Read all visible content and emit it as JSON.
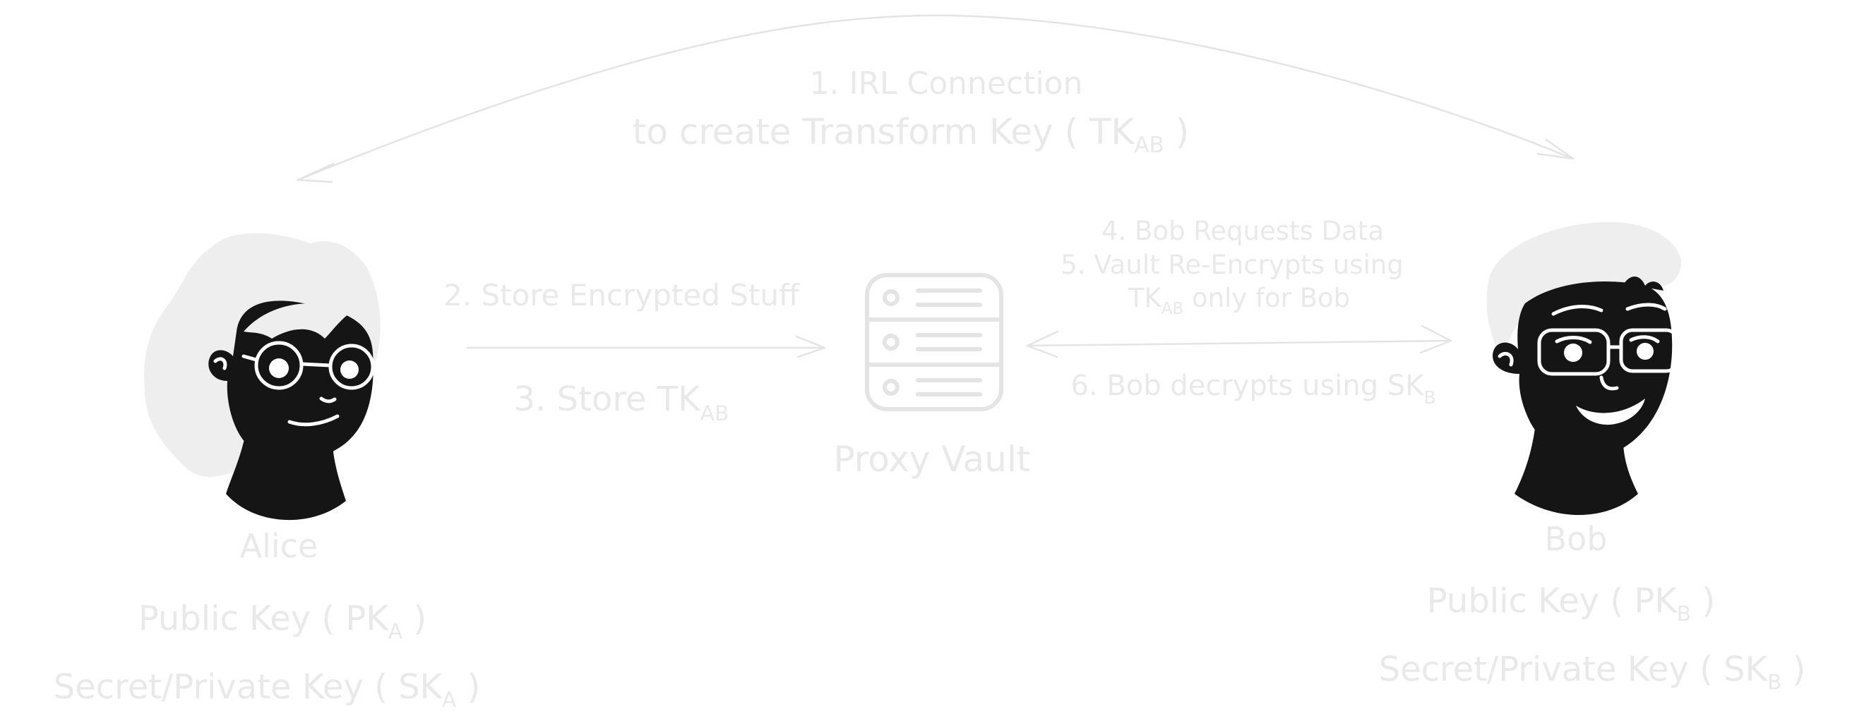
{
  "top_connection": {
    "line1": "1. IRL Connection",
    "line2_prefix": "to create Transform Key ( TK",
    "line2_sub": "AB",
    "line2_suffix": " )"
  },
  "alice": {
    "name": "Alice",
    "public_key_prefix": "Public Key ( PK",
    "public_key_sub": "A",
    "public_key_suffix": " )",
    "secret_key_prefix": "Secret/Private Key ( SK",
    "secret_key_sub": "A",
    "secret_key_suffix": " )"
  },
  "bob": {
    "name": "Bob",
    "public_key_prefix": "Public Key ( PK",
    "public_key_sub": "B",
    "public_key_suffix": " )",
    "secret_key_prefix": "Secret/Private Key ( SK",
    "secret_key_sub": "B",
    "secret_key_suffix": " )"
  },
  "vault": {
    "label": "Proxy Vault",
    "icon": "server-icon"
  },
  "steps": {
    "store_encrypted": "2. Store Encrypted Stuff",
    "store_tk_prefix": "3. Store TK",
    "store_tk_sub": "AB",
    "bob_requests": "4. Bob Requests Data",
    "vault_reencrypts": "5. Vault Re-Encrypts using",
    "tk_only_prefix": "TK",
    "tk_only_sub": "AB",
    "tk_only_suffix": " only for Bob",
    "bob_decrypts_prefix": "6. Bob decrypts using SK",
    "bob_decrypts_sub": "B"
  },
  "colors": {
    "label_text": "#e9e9e9",
    "lines": "#e4e4e4",
    "hair": "#eeeeee",
    "skin": "#151515"
  }
}
